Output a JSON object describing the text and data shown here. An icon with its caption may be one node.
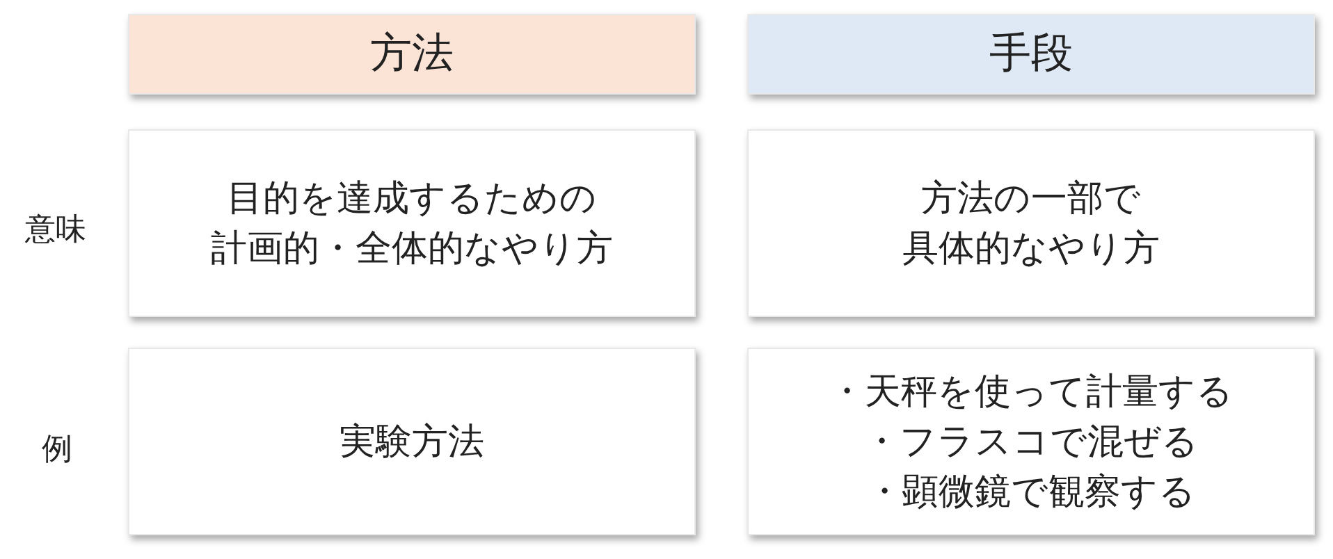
{
  "diagram": {
    "nodes": [
      {
        "text": [
          "方法"
        ]
      },
      {
        "text": [
          "手段"
        ]
      },
      {
        "text": [
          "目的を達成するための",
          "計画的・全体的なやり方"
        ]
      },
      {
        "text": [
          "方法の一部で",
          "具体的なやり方"
        ]
      },
      {
        "text": [
          "実験方法"
        ]
      },
      {
        "text": [
          "・天秤を使って計量する",
          "・フラスコで混ぜる",
          "・顕微鏡で観察する"
        ]
      }
    ],
    "labels": [
      "意味",
      "例"
    ]
  }
}
